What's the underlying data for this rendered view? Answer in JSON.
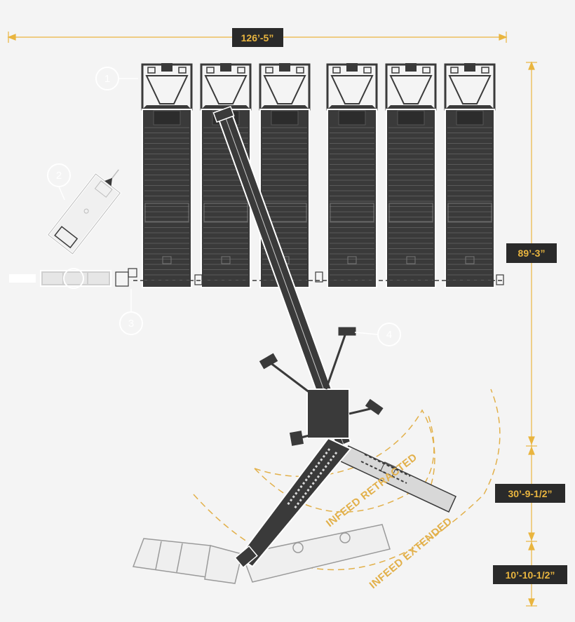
{
  "dimensions": {
    "overall_width": "126’-5”",
    "overall_depth": "89’-3”",
    "infeed_retracted_depth": "30’-9-1/2”",
    "infeed_extended_depth": "10’-10-1/2”"
  },
  "arc_labels": {
    "retracted": "INFEED RETRACTED",
    "extended": "INFEED EXTENDED"
  },
  "callouts": [
    "1",
    "2",
    "3",
    "4"
  ],
  "railcar_count": 6,
  "colors": {
    "background": "#f4f4f4",
    "dimension_gold": "#e9b53f",
    "label_box": "#2a2a2a",
    "equipment_dark": "#3a3a3a",
    "outline_light": "#ffffff",
    "arc_dash": "#e2b04a"
  }
}
